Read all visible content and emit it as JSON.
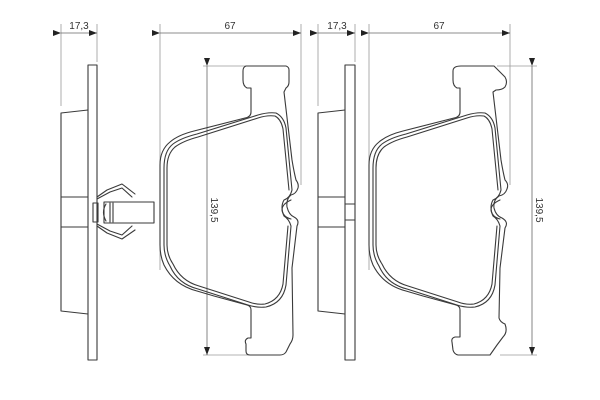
{
  "drawing": {
    "type": "technical-drawing",
    "subject": "brake pad set",
    "colors": {
      "line": "#3a3a3a",
      "dimension": "#666666",
      "background": "#ffffff"
    },
    "views": [
      {
        "name": "left-side-profile",
        "has_wear_clip": true,
        "dimensions": {
          "thickness": "17,3"
        }
      },
      {
        "name": "left-front-view",
        "dimensions": {
          "width": "67",
          "height": "139,5"
        }
      },
      {
        "name": "right-side-profile",
        "has_wear_clip": false,
        "dimensions": {
          "thickness": "17,3"
        }
      },
      {
        "name": "right-front-view",
        "dimensions": {
          "width": "67",
          "height": "139,5"
        }
      }
    ]
  }
}
